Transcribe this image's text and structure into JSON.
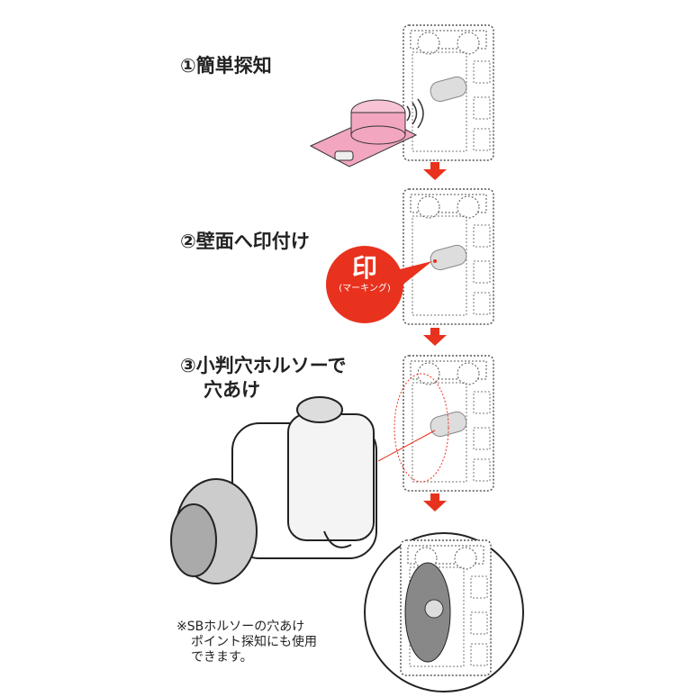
{
  "steps": [
    {
      "label": "①簡単探知"
    },
    {
      "label": "②壁面へ印付け"
    },
    {
      "label": "③小判穴ホルソーで",
      "label2": "穴あけ"
    }
  ],
  "marking_badge": {
    "title": "印",
    "subtitle": "(マーキング)"
  },
  "note": {
    "lines": [
      "※SBホルソーの穴あけ",
      "ポイント探知にも使用",
      "できます。"
    ]
  },
  "colors": {
    "accent": "#e8321e",
    "device": "#f2a6c0"
  }
}
